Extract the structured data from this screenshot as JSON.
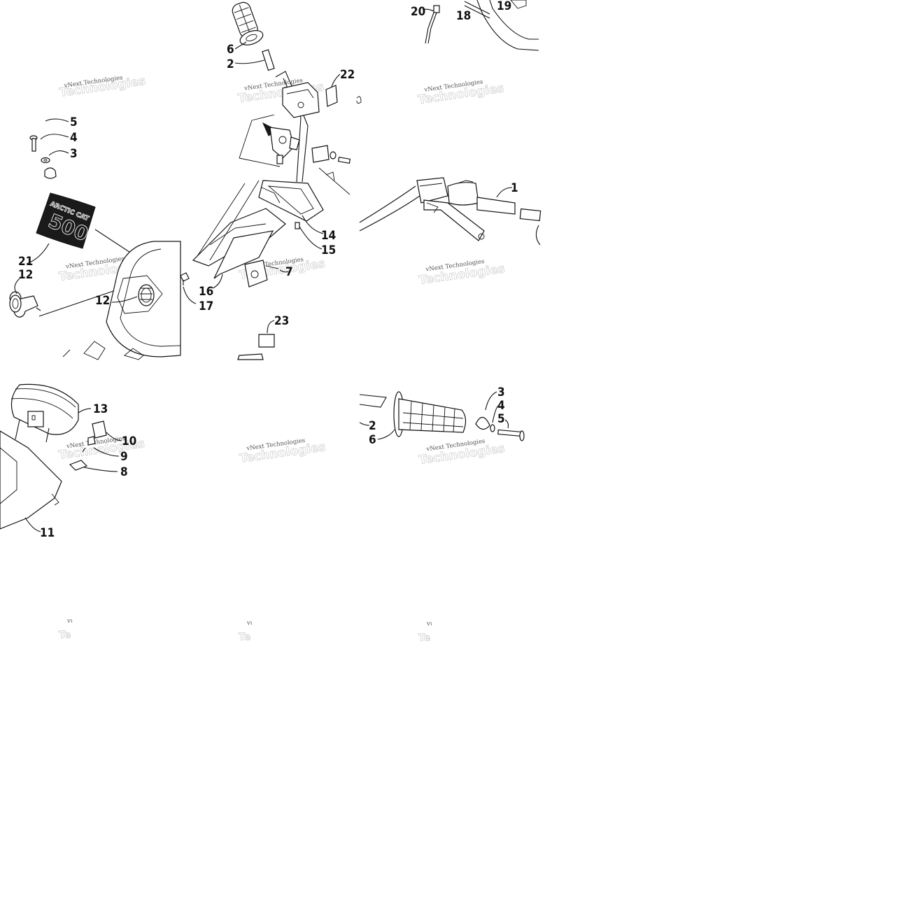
{
  "watermark": {
    "text": "vNext Technologies",
    "fragment": "vɩ"
  },
  "callouts": {
    "c1": "1",
    "c2a": "2",
    "c2b": "2",
    "c3a": "3",
    "c3b": "3",
    "c4a": "4",
    "c4b": "4",
    "c5a": "5",
    "c5b": "5",
    "c6a": "6",
    "c6b": "6",
    "c7": "7",
    "c8": "8",
    "c9": "9",
    "c10": "10",
    "c11": "11",
    "c12a": "12",
    "c12b": "12",
    "c13": "13",
    "c14": "14",
    "c15": "15",
    "c16": "16",
    "c17": "17",
    "c18": "18",
    "c19": "19",
    "c20": "20",
    "c21": "21",
    "c22": "22",
    "c23": "23"
  },
  "decal_logo": {
    "brand": "ARCTIC CAT",
    "model": "500"
  }
}
